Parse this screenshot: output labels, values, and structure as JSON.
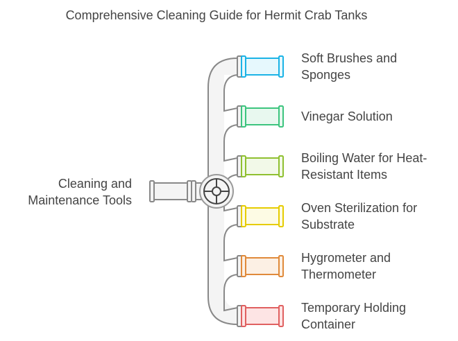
{
  "title": "Comprehensive Cleaning Guide for Hermit Crab Tanks",
  "source": {
    "line1": "Cleaning and",
    "line2": "Maintenance Tools"
  },
  "items": [
    {
      "line1": "Soft Brushes and",
      "line2": "Sponges",
      "stroke": "#1ab3e6",
      "fill": "#e6f8fd"
    },
    {
      "line1": "Vinegar Solution",
      "line2": "",
      "stroke": "#3cc47e",
      "fill": "#e8f8ef"
    },
    {
      "line1": "Boiling Water for Heat-",
      "line2": "Resistant Items",
      "stroke": "#8fc030",
      "fill": "#f2f9e8"
    },
    {
      "line1": "Oven Sterilization for",
      "line2": "Substrate",
      "stroke": "#e6cc00",
      "fill": "#fdfbe4"
    },
    {
      "line1": "Hygrometer and",
      "line2": "Thermometer",
      "stroke": "#e08a3a",
      "fill": "#fcf0e4"
    },
    {
      "line1": "Temporary Holding",
      "line2": "Container",
      "stroke": "#e06060",
      "fill": "#fde4e4"
    }
  ]
}
